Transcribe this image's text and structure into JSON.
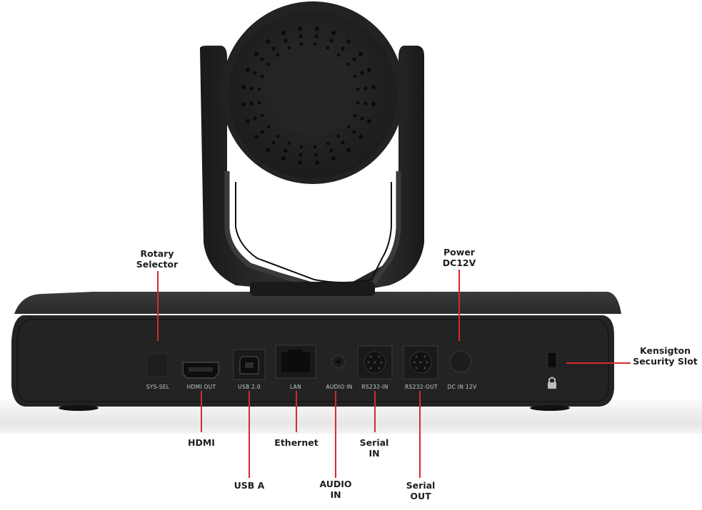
{
  "diagram": {
    "title": "PTZ camera rear panel connections",
    "colors": {
      "body": "#232323",
      "leader_line": "#d62b2b",
      "label_text": "#1e1e1e",
      "panel_text": "#c8c8c8"
    },
    "callouts": [
      {
        "id": "rotary-selector",
        "label": "Rotary\nSelector"
      },
      {
        "id": "power",
        "label": "Power\nDC12V"
      },
      {
        "id": "kensington",
        "label": "Kensigton\nSecurity Slot"
      },
      {
        "id": "hdmi",
        "label": "HDMI"
      },
      {
        "id": "usb",
        "label": "USB A"
      },
      {
        "id": "ethernet",
        "label": "Ethernet"
      },
      {
        "id": "audio-in",
        "label": "AUDIO\nIN"
      },
      {
        "id": "serial-in",
        "label": "Serial\nIN"
      },
      {
        "id": "serial-out",
        "label": "Serial\nOUT"
      }
    ],
    "panel_labels": {
      "sys_sel": "SYS-SEL",
      "hdmi_out": "HDMI  OUT",
      "usb": "USB  2.0",
      "lan": "LAN",
      "audio_in": "AUDIO IN",
      "rs232_in": "RS232-IN",
      "rs232_out": "RS232-OUT",
      "dc_in": "DC IN 12V"
    },
    "icons": {
      "lock": "lock-icon"
    }
  }
}
